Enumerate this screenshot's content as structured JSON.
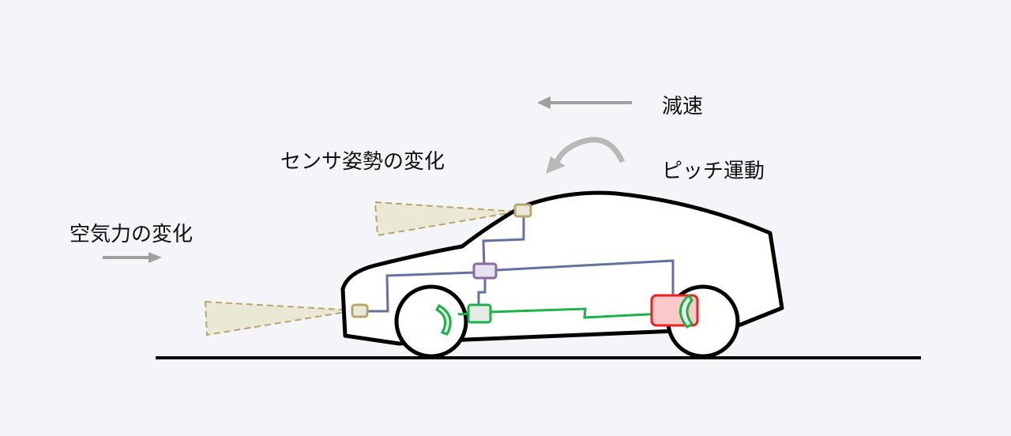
{
  "labels": {
    "deceleration": "減速",
    "pitch_motion": "ピッチ運動",
    "sensor_attitude_change": "センサ姿勢の変化",
    "aero_force_change": "空気力の変化"
  },
  "colors": {
    "background": "#f3f5f9",
    "arrow": "#a0a0a0",
    "car_outline": "#000000",
    "sensor": "#b7a66a",
    "sensor_fov": "#ece8d6",
    "wiring": "#6470a0",
    "ecu": "#8a6aa0",
    "brake_line": "#1db14a",
    "actuator": "#ee2020"
  }
}
